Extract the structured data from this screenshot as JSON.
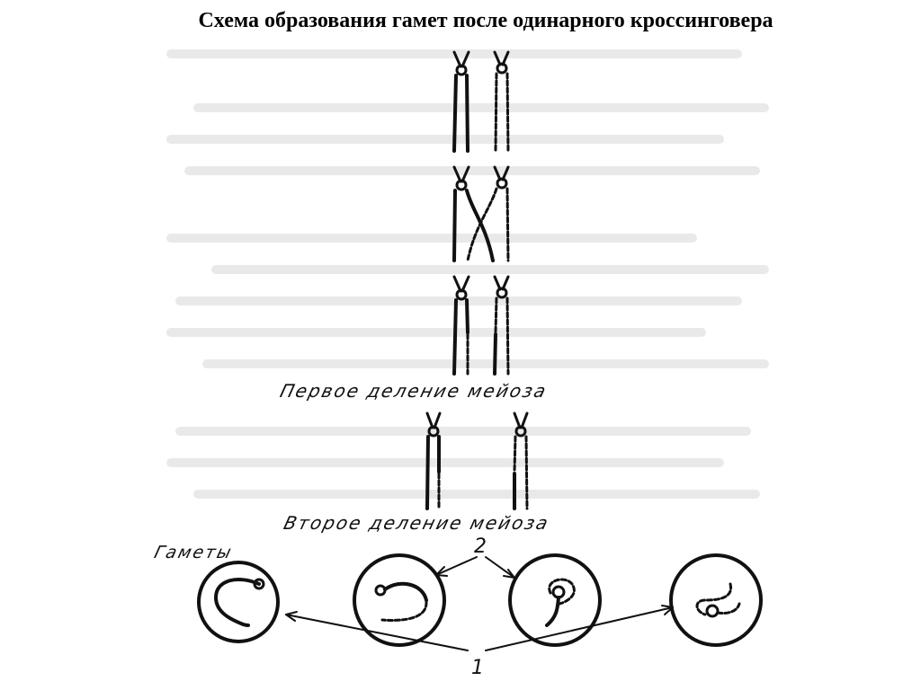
{
  "title": "Схема образования гамет после одинарного кроссинговера",
  "labels": {
    "first_division": "Первое деление мейоза",
    "second_division": "Второе деление мейоза",
    "gametes": "Гаметы",
    "marker_1": "1",
    "marker_2": "2"
  },
  "colors": {
    "ink": "#111111",
    "faint_text": "#d9d9d9",
    "background": "#ffffff"
  }
}
